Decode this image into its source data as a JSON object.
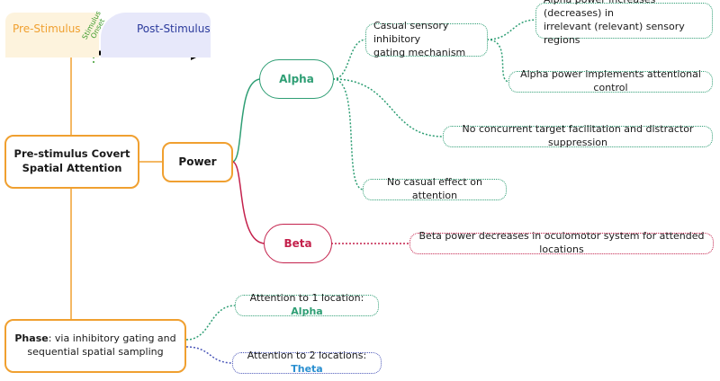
{
  "timeline": {
    "pre_label": "Pre-Stimulus",
    "post_label": "Post-Stimulus",
    "onset_line1": "Stimulus",
    "onset_line2": "Onset"
  },
  "root": {
    "line1": "Pre-stimulus Covert",
    "line2": "Spatial Attention"
  },
  "power": {
    "label": "Power"
  },
  "alpha": {
    "label": "Alpha"
  },
  "beta": {
    "label": "Beta"
  },
  "phase": {
    "prefix": "Phase",
    "rest": ": via inhibitory gating and",
    "line2": "sequential spatial sampling"
  },
  "leaves": {
    "gating": {
      "line1": "Casual sensory inhibitory",
      "line2": "gating mechanism"
    },
    "power_inc": {
      "line1": "Alpha power increases (decreases) in",
      "line2": "irrelevant (relevant) sensory regions"
    },
    "control": "Alpha power implements attentional control",
    "no_concurrent": "No concurrent target facilitation and distractor suppression",
    "no_casual": "No casual effect on attention",
    "beta_dec": "Beta power decreases in oculomotor system for attended locations",
    "att1_text": "Attention to 1 location: ",
    "att1_band": "Alpha",
    "att2_text": "Attention to 2 locations: ",
    "att2_band": "Theta"
  },
  "colors": {
    "orange": "#f0a030",
    "green": "#2e9e74",
    "red": "#c4214c",
    "blue": "#4a56b8",
    "theta": "#2a8fd0",
    "pre_text": "#f0a030",
    "post_text": "#2b3a9c"
  }
}
